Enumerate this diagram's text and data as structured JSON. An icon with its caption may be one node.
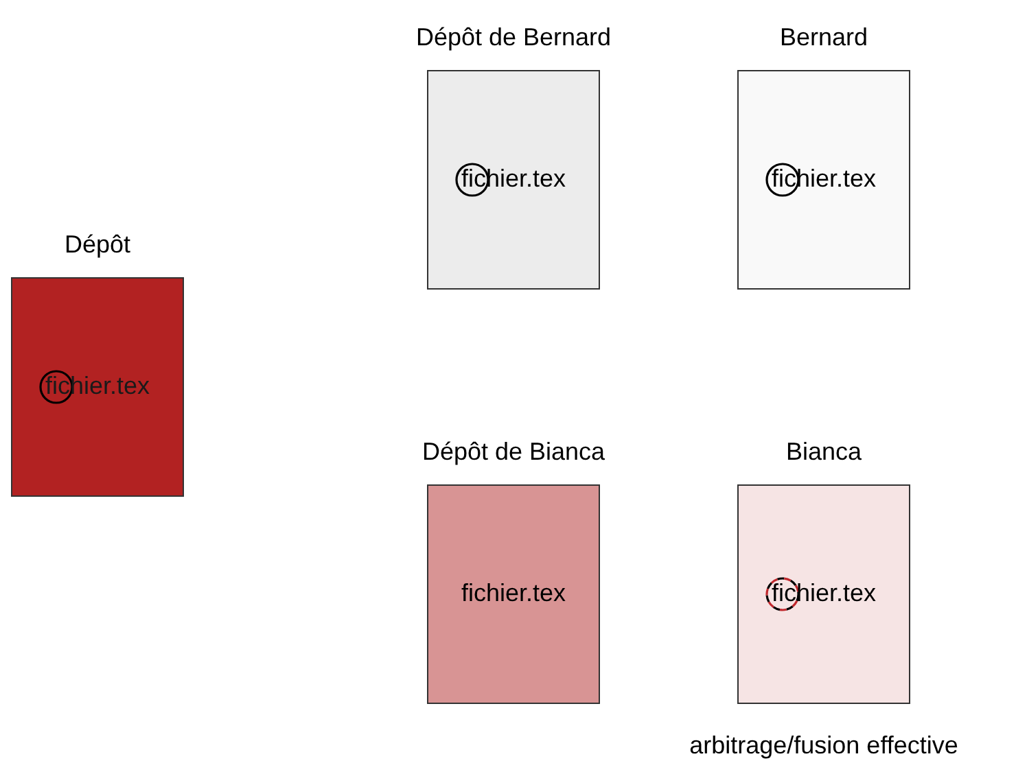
{
  "diagram": {
    "nodes": [
      {
        "text": [
          "Dépôt",
          "fichier.tex"
        ]
      },
      {
        "text": [
          "Dépôt de Bernard",
          "fichier.tex"
        ]
      },
      {
        "text": [
          "Bernard",
          "fichier.tex"
        ]
      },
      {
        "text": [
          "Dépôt de Bianca",
          "fichier.tex"
        ]
      },
      {
        "text": [
          "Bianca",
          "fichier.tex"
        ],
        "beside": [
          "arbitrage/fusion effective"
        ]
      }
    ]
  }
}
